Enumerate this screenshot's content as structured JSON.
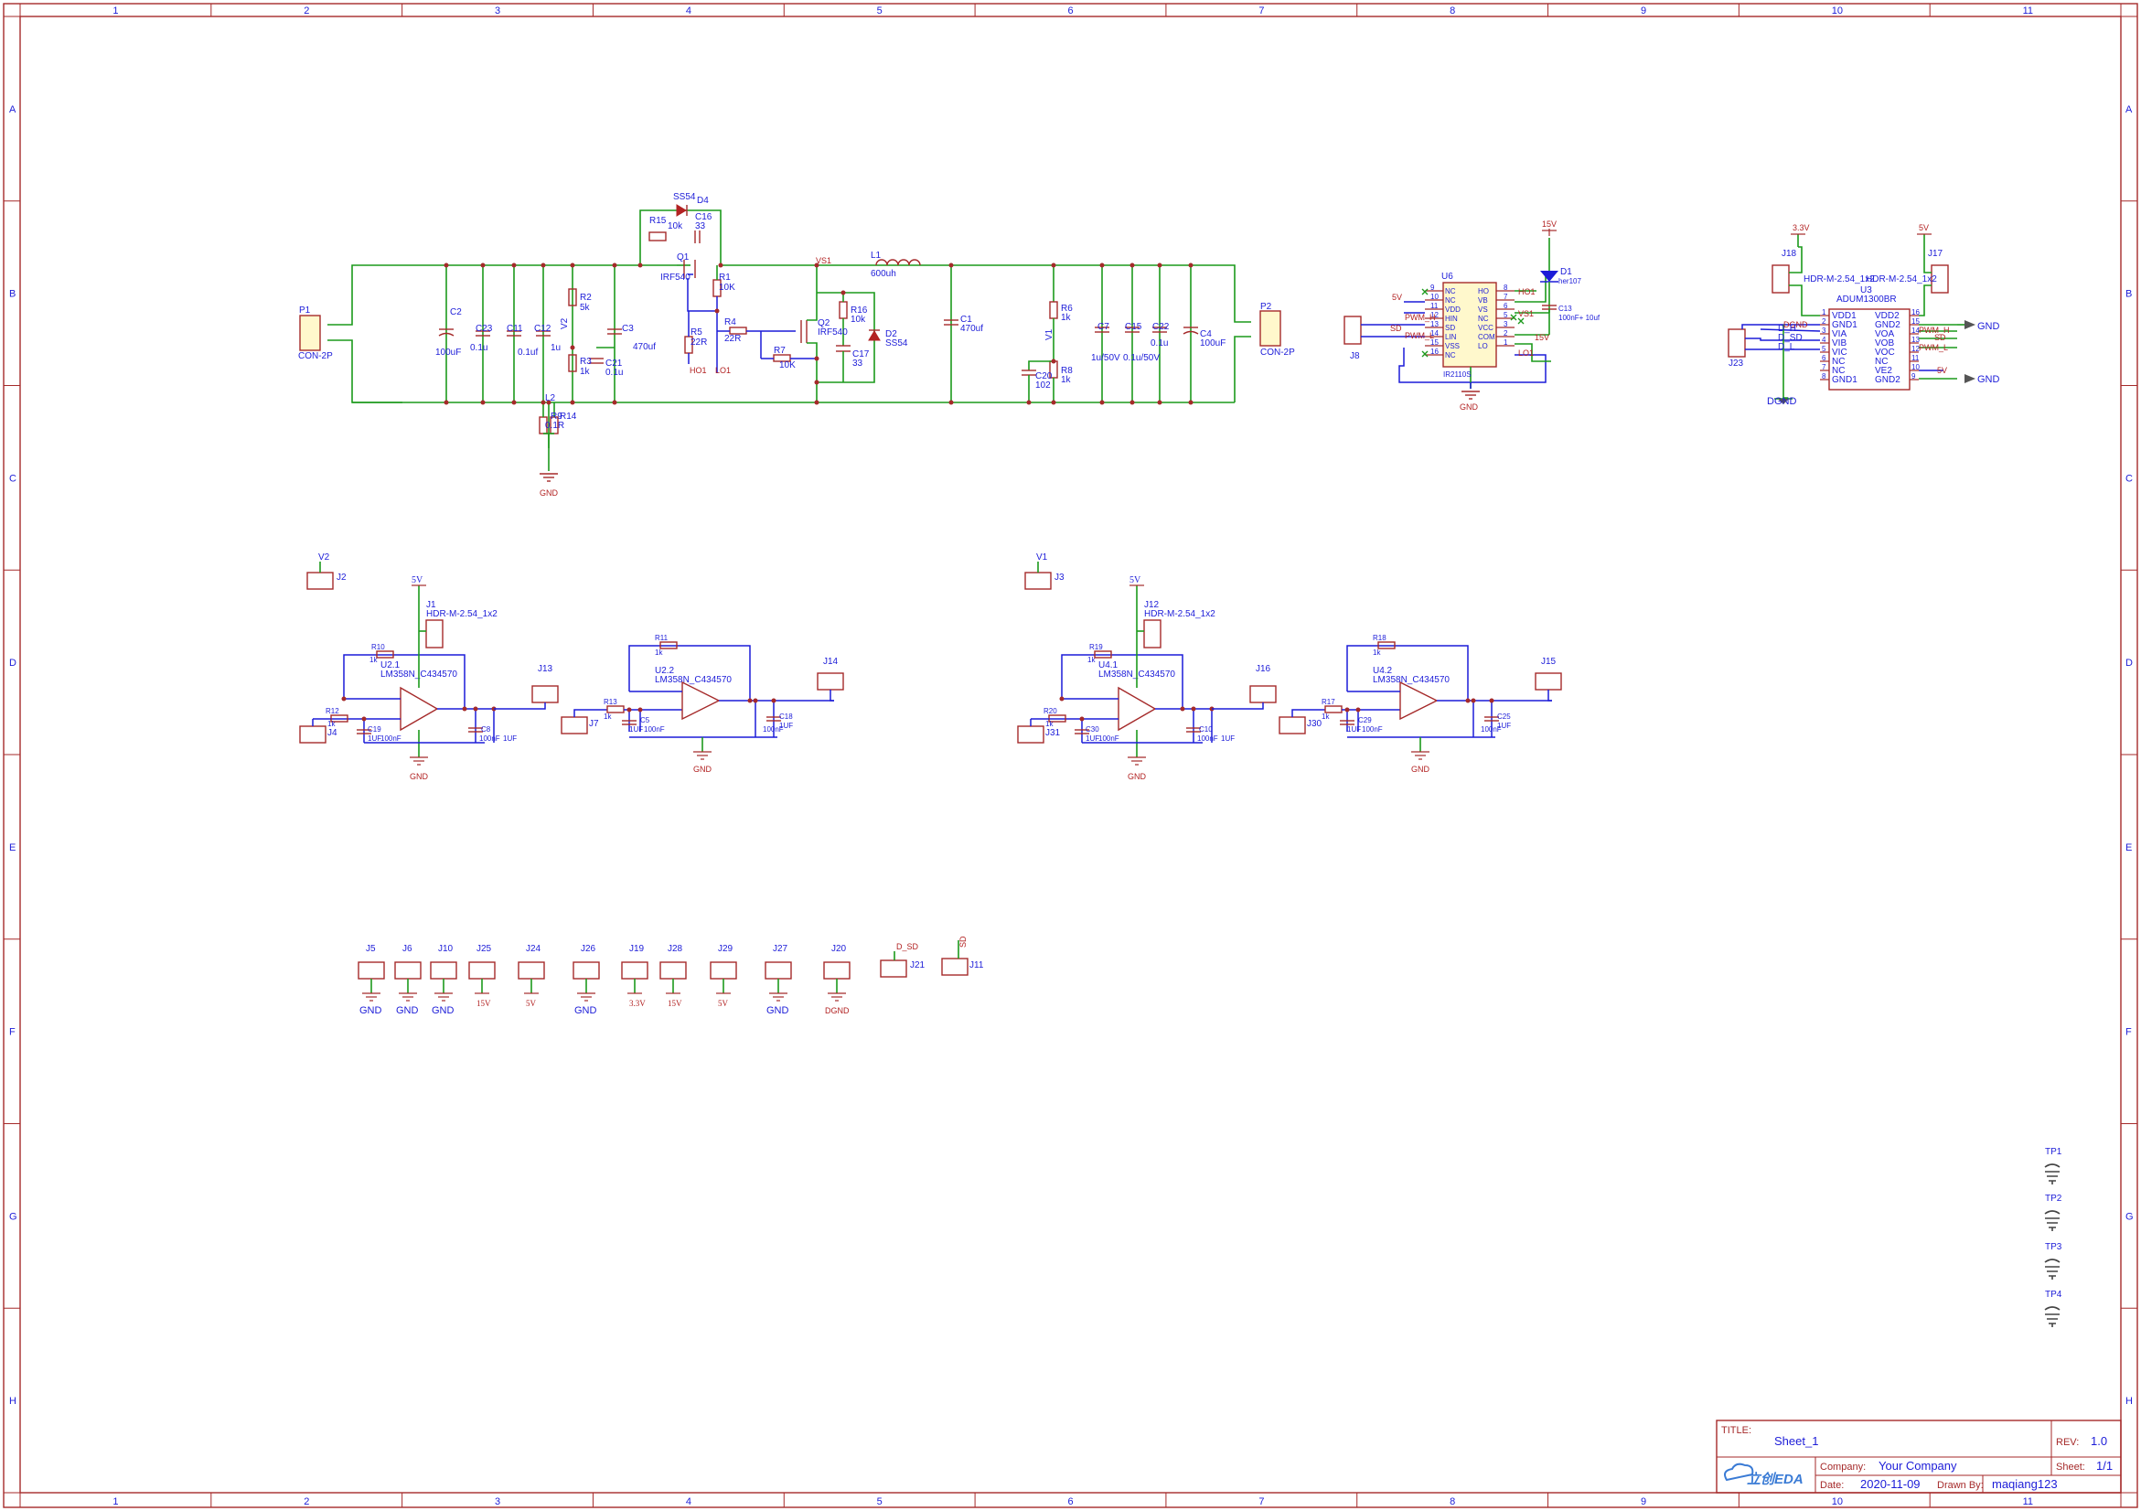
{
  "sheet": {
    "col_numbers": [
      "1",
      "2",
      "3",
      "4",
      "5",
      "6",
      "7",
      "8",
      "9",
      "10",
      "11"
    ],
    "row_letters": [
      "A",
      "B",
      "C",
      "D",
      "E",
      "F",
      "G",
      "H"
    ]
  },
  "title_block": {
    "title_label": "TITLE:",
    "title_value": "Sheet_1",
    "rev_label": "REV:",
    "rev_value": "1.0",
    "company_label": "Company:",
    "company_value": "Your Company",
    "sheet_label": "Sheet:",
    "sheet_value": "1/1",
    "date_label": "Date:",
    "date_value": "2020-11-09",
    "drawn_label": "Drawn By:",
    "drawn_value": "maqiang123",
    "logo_text": "立创EDA"
  },
  "power_stage": {
    "p1": "P1",
    "p1_type": "CON-2P",
    "p2": "P2",
    "p2_type": "CON-2P",
    "c2": "C2",
    "c2_val": "100uF",
    "c23": "C23",
    "c23_val": "0.1u",
    "c11": "C11",
    "c11_val": "0.1uf",
    "c12": "C12",
    "c12_val": "1u",
    "r2": "R2",
    "r2_val": "5k",
    "r3": "R3",
    "r3_val": "1k",
    "v2": "V2",
    "c21": "C21",
    "c21_val": "0.1u",
    "c3": "C3",
    "c3_val": "470uf",
    "q1": "Q1",
    "q1_type": "IRF540",
    "d4": "D4",
    "d4_type": "SS54",
    "r15": "R15",
    "r15_val": "10k",
    "c16": "C16",
    "c16_val": "33",
    "r1": "R1",
    "r1_val": "10K",
    "r5": "R5",
    "r5_val": "22R",
    "r4": "R4",
    "r4_val": "22R",
    "ho1": "HO1",
    "lo1": "LO1",
    "r7": "R7",
    "r7_val": "10K",
    "q2": "Q2",
    "q2_type": "IRF540",
    "vs1": "VS1",
    "r16": "R16",
    "r16_val": "10k",
    "c17": "C17",
    "c17_val": "33",
    "d2": "D2",
    "d2_type": "SS54",
    "l1": "L1",
    "l1_val": "600uh",
    "c1": "C1",
    "c1_val": "470uf",
    "r6": "R6",
    "r6_val": "1k",
    "v1": "V1",
    "r8": "R8",
    "r8_val": "1k",
    "c20": "C20",
    "c20_val": "102",
    "c7": "C7",
    "c7_val": "1u/50V",
    "c15": "C15",
    "c15_val": "0.1u/50V",
    "c22": "C22",
    "c22_val": "0.1u",
    "c4": "C4",
    "c4_val": "100uF",
    "l2": "L2",
    "r9": "R9",
    "r14": "R14",
    "r9_val": "0.1R",
    "gnd": "GND"
  },
  "driver": {
    "u6": "U6",
    "u6_type": "IR2110S",
    "pins_left": [
      "NC",
      "NC",
      "VDD",
      "HIN",
      "SD",
      "LIN",
      "VSS",
      "NC"
    ],
    "pins_left_num": [
      "9",
      "10",
      "11",
      "12",
      "13",
      "14",
      "15",
      "16"
    ],
    "pins_right": [
      "HO",
      "VB",
      "VS",
      "NC",
      "VCC",
      "COM",
      "LO"
    ],
    "pins_right_num": [
      "8",
      "7",
      "6",
      "5",
      "3",
      "2",
      "1"
    ],
    "net_5v": "5V",
    "net_pwm_h": "PWM_H",
    "net_sd": "SD",
    "net_pwm_l": "PWM_L",
    "net_ho1": "HO1",
    "net_vs1": "VS1",
    "net_15v": "15V",
    "net_lo1": "LO1",
    "d1": "D1",
    "d1_type": "her107",
    "c13": "C13",
    "c13_val": "100nF+ 10uf",
    "j8": "J8",
    "gnd": "GND",
    "pwr_15v": "15V"
  },
  "isolator": {
    "u3": "U3",
    "u3_type": "ADUM1300BR",
    "j18": "J18",
    "j18_type": "HDR-M-2.54_1x2",
    "j17": "J17",
    "j17_type": "HDR-M-2.54_1x2",
    "j23": "J23",
    "pins_left": [
      "VDD1",
      "GND1",
      "VIA",
      "VIB",
      "VIC",
      "NC",
      "NC",
      "GND1"
    ],
    "pins_right": [
      "VDD2",
      "GND2",
      "VOA",
      "VOB",
      "VOC",
      "NC",
      "VE2",
      "GND2"
    ],
    "pins_left_num": [
      "1",
      "2",
      "3",
      "4",
      "5",
      "6",
      "7",
      "8"
    ],
    "pins_right_num": [
      "16",
      "15",
      "14",
      "13",
      "12",
      "11",
      "10",
      "9"
    ],
    "net_3v3": "3.3V",
    "net_5v": "5V",
    "net_dgnd": "DGND",
    "net_dh": "D_H",
    "net_dsd": "D_SD",
    "net_dl": "D_L",
    "net_pwm_h": "PWM_H",
    "net_sd": "SD",
    "net_pwm_l": "PWM_L",
    "gnd": "GND",
    "dgnd_label": "DGND"
  },
  "sense_left": {
    "j2": "J2",
    "v2": "V2",
    "net_5v": "5V",
    "j1": "J1",
    "j1_type": "HDR-M-2.54_1x2",
    "r10": "R10",
    "r10_val": "1k",
    "u2": "U2.1",
    "u2_type": "LM358N_C434570",
    "r12": "R12",
    "r12_val": "1k",
    "j4": "J4",
    "c19": "C19",
    "c19_val": "1UF",
    "c19b_val": "100nF",
    "c8": "C8",
    "c8_val": "100nF",
    "c8b_val": "1UF",
    "j13": "J13",
    "j7": "J7",
    "r11": "R11",
    "r11_val": "1k",
    "u22": "U2.2",
    "u22_type": "LM358N_C434570",
    "r13": "R13",
    "r13_val": "1k",
    "c5": "C5",
    "c5_val": "1UF",
    "c5b_val": "100nF",
    "c18": "C18",
    "c18_val": "1UF",
    "c18b_val": "100nF",
    "j14": "J14",
    "gnd": "GND"
  },
  "sense_right": {
    "j3": "J3",
    "v1": "V1",
    "net_5v": "5V",
    "j12": "J12",
    "j12_type": "HDR-M-2.54_1x2",
    "r19": "R19",
    "r19_val": "1k",
    "u4": "U4.1",
    "u4_type": "LM358N_C434570",
    "r20": "R20",
    "r20_val": "1k",
    "j31": "J31",
    "c30": "C30",
    "c30_val": "1UF",
    "c30b_val": "100nF",
    "c10": "C10",
    "c10_val": "100nF",
    "c10b_val": "1UF",
    "j16": "J16",
    "j30": "J30",
    "r18": "R18",
    "r18_val": "1k",
    "u42": "U4.2",
    "u42_type": "LM358N_C434570",
    "r17": "R17",
    "r17_val": "1k",
    "c29": "C29",
    "c29_val": "1UF",
    "c29b_val": "100nF",
    "c25": "C25",
    "c25_val": "1UF",
    "c25b_val": "100nF",
    "j15": "J15",
    "gnd": "GND"
  },
  "headers_row": [
    {
      "ref": "J5",
      "net": "GND",
      "kind": "gnd"
    },
    {
      "ref": "J6",
      "net": "GND",
      "kind": "gnd"
    },
    {
      "ref": "J10",
      "net": "GND",
      "kind": "gnd"
    },
    {
      "ref": "J25",
      "net": "15V",
      "kind": "pwr"
    },
    {
      "ref": "J24",
      "net": "5V",
      "kind": "pwr"
    },
    {
      "ref": "J26",
      "net": "GND",
      "kind": "gnd"
    },
    {
      "ref": "J19",
      "net": "3.3V",
      "kind": "pwr"
    },
    {
      "ref": "J28",
      "net": "15V",
      "kind": "pwr"
    },
    {
      "ref": "J29",
      "net": "5V",
      "kind": "pwr"
    },
    {
      "ref": "J27",
      "net": "GND",
      "kind": "gnd"
    },
    {
      "ref": "J20",
      "net": "DGND",
      "kind": "dgnd"
    }
  ],
  "j21": {
    "ref": "J21",
    "net": "D_SD"
  },
  "j11": {
    "ref": "J11",
    "net": "SD"
  },
  "test_points": [
    "TP1",
    "TP2",
    "TP3",
    "TP4"
  ]
}
